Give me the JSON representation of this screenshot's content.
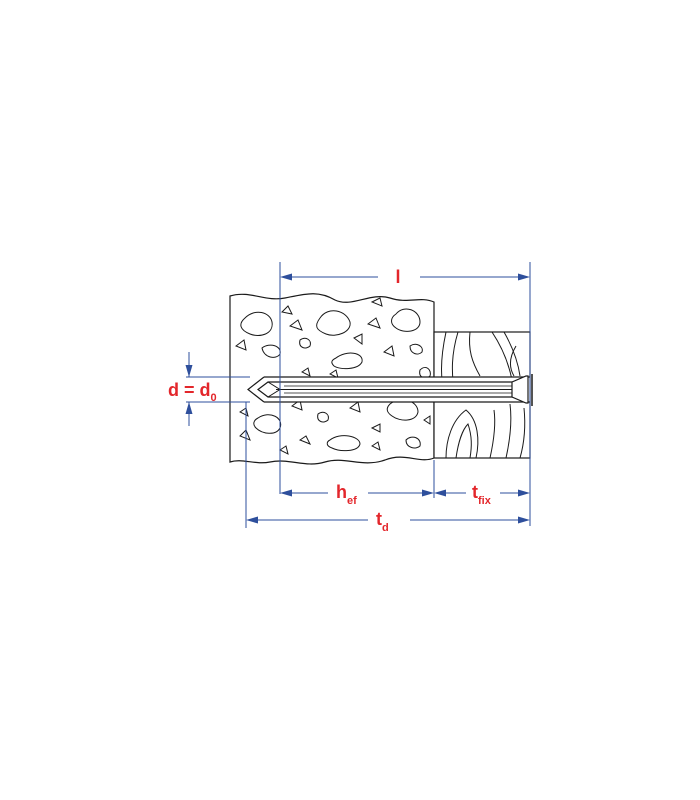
{
  "labels": {
    "length": "l",
    "diameter": "d = d",
    "diameter_sub": "0",
    "embedment": "h",
    "embedment_sub": "ef",
    "fixture": "t",
    "fixture_sub": "fix",
    "drill_depth": "t",
    "drill_depth_sub": "d"
  },
  "colors": {
    "label": "#e3262b",
    "dimension_line": "#2e4f9c",
    "outline": "#1a1a1a"
  }
}
